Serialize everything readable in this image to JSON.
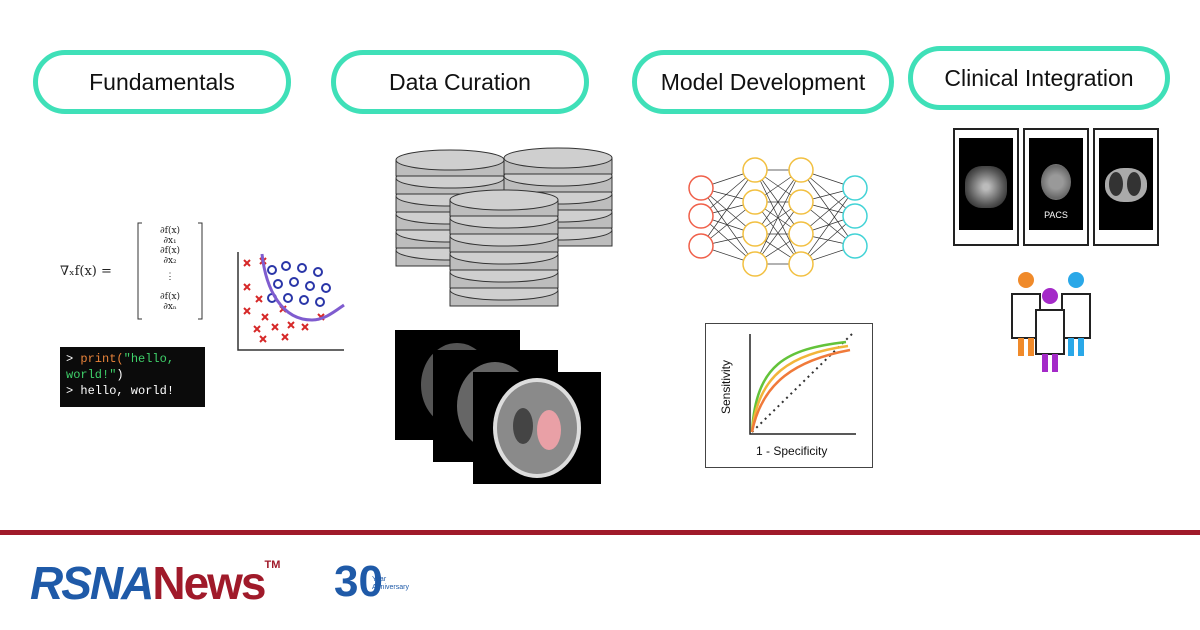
{
  "pills": [
    {
      "label": "Fundamentals"
    },
    {
      "label": "Data Curation"
    },
    {
      "label": "Model Development"
    },
    {
      "label": "Clinical Integration"
    }
  ],
  "terminal": {
    "prompt1": "> ",
    "fn": "print(",
    "str1": "\"hello,",
    "str2": "world!\"",
    "close": ")",
    "prompt2": "> hello, world!"
  },
  "pacs_label": "PACS",
  "roc": {
    "ylabel": "Sensitivity",
    "xlabel": "1 - Specificity"
  },
  "footer": {
    "brand_rsna": "RSNA",
    "brand_news": "News",
    "tm": "TM",
    "thirty": "30",
    "year": "Year",
    "anniversary": "Anniversary"
  },
  "colors": {
    "pill_border": "#3fe0b8",
    "brand_blue": "#1f5aa8",
    "brand_red": "#a01a2a"
  }
}
